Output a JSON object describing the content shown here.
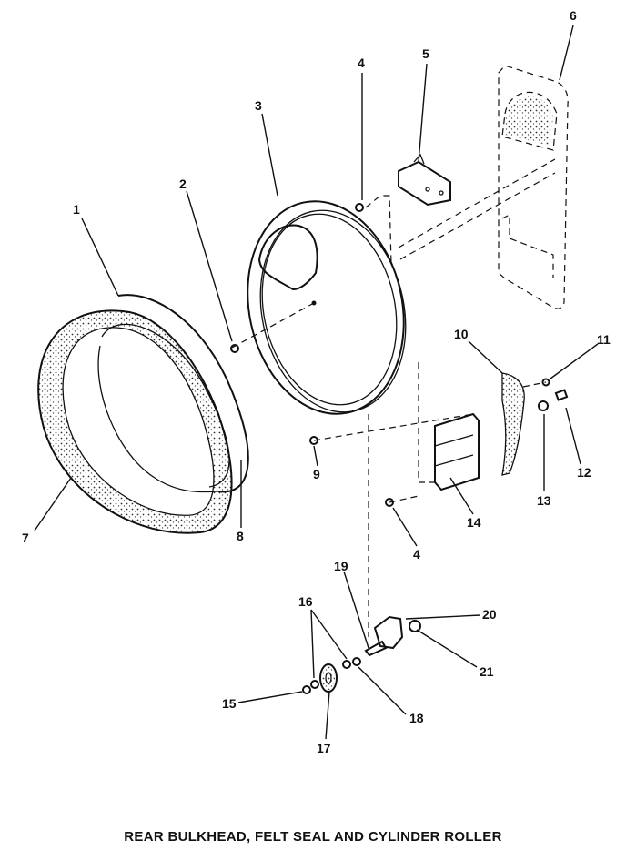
{
  "caption": "REAR BULKHEAD, FELT SEAL AND CYLINDER ROLLER",
  "callouts": [
    "1",
    "2",
    "3",
    "4",
    "5",
    "6",
    "7",
    "8",
    "9",
    "10",
    "11",
    "12",
    "13",
    "14",
    "15",
    "16",
    "17",
    "18",
    "19",
    "20",
    "21",
    "4"
  ]
}
